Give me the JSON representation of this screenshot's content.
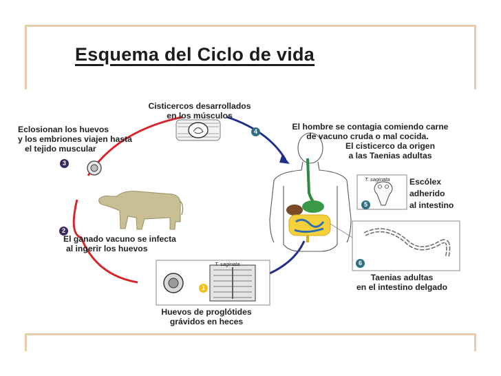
{
  "title": "Esquema del Ciclo de vida",
  "labels": {
    "cisticercos": [
      "Cisticercos desarrollados",
      "en los músculos"
    ],
    "eclosionan": [
      "Eclosionan los huevos",
      "y los embriones viajen hasta",
      "el tejido muscular"
    ],
    "hombre": [
      "El hombre se contagia comiendo carne",
      "de vacuno cruda o mal cocida.",
      "El cisticerco da origen",
      "a las Taenias adultas"
    ],
    "escolex": [
      "Escólex",
      "adherido",
      "al intestino"
    ],
    "ganado": [
      "El ganado vacuno se infecta",
      "al ingerir los huevos"
    ],
    "taenias": [
      "Taenias adultas",
      "en el intestino delgado"
    ],
    "huevos": [
      "Huevos de proglótides",
      "grávidos en heces"
    ]
  },
  "steps": {
    "one": "1",
    "two": "2",
    "three": "3",
    "four": "4",
    "five": "5",
    "six": "6"
  },
  "species": {
    "box_scolex": "T. saginata",
    "box_eggs": "T. saginata"
  },
  "colors": {
    "red_arc": "#d8252b",
    "blue_arc": "#1f2f8a",
    "badge_purple": "#3b2a5e",
    "badge_yellow": "#f2c21b",
    "badge_teal": "#2e6f86"
  }
}
